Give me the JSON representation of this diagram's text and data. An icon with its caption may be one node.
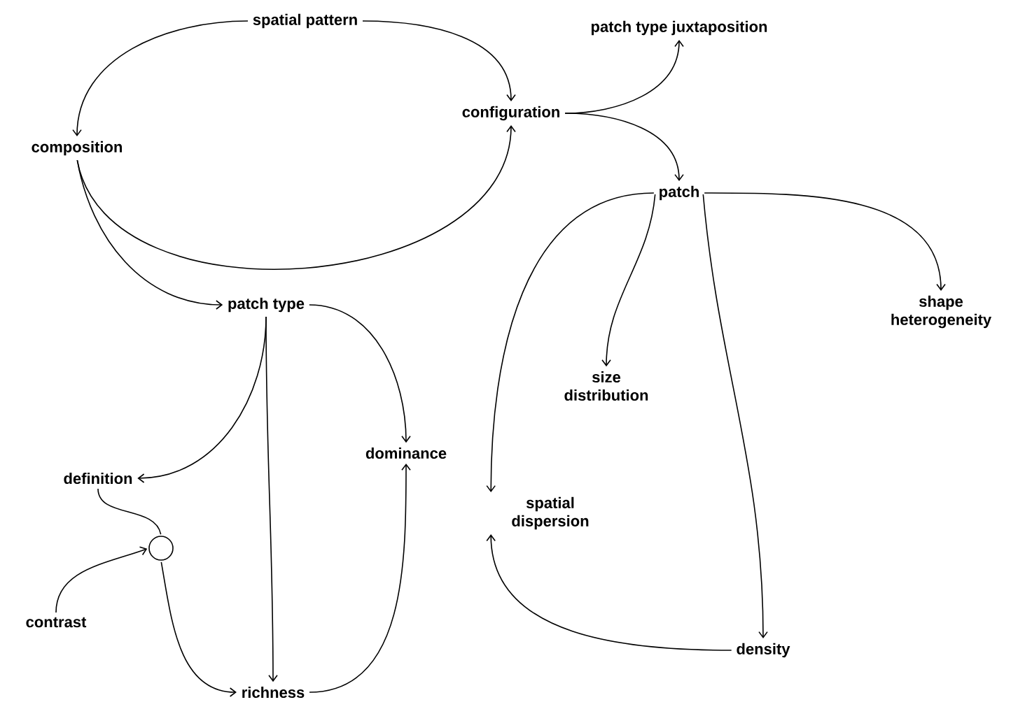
{
  "diagram": {
    "nodes": [
      {
        "text": [
          "spatial pattern"
        ]
      },
      {
        "text": [
          "composition"
        ]
      },
      {
        "text": [
          "configuration"
        ]
      },
      {
        "text": [
          "patch type juxtaposition"
        ]
      },
      {
        "text": [
          "patch"
        ]
      },
      {
        "text": [
          "patch type"
        ]
      },
      {
        "text": [
          "shape heterogeneity"
        ]
      },
      {
        "text": [
          "size distribution"
        ]
      },
      {
        "text": [
          "definition"
        ]
      },
      {
        "text": [
          "dominance"
        ]
      },
      {
        "text": [
          "spatial dispersion"
        ]
      },
      {
        "text": [],
        "shape": "circle"
      },
      {
        "text": [
          "contrast"
        ]
      },
      {
        "text": [
          "richness"
        ]
      },
      {
        "text": [
          "density"
        ]
      }
    ],
    "edges": [
      {
        "from": 0,
        "to": 1,
        "arrow": "to"
      },
      {
        "from": 0,
        "to": 2,
        "arrow": "to"
      },
      {
        "from": 1,
        "to": 2,
        "arrow": "to"
      },
      {
        "from": 1,
        "to": 5,
        "arrow": "to"
      },
      {
        "from": 2,
        "to": 3,
        "arrow": "to"
      },
      {
        "from": 2,
        "to": 4,
        "arrow": "to"
      },
      {
        "from": 4,
        "to": 10,
        "arrow": "to"
      },
      {
        "from": 4,
        "to": 7,
        "arrow": "to"
      },
      {
        "from": 4,
        "to": 14,
        "arrow": "to"
      },
      {
        "from": 4,
        "to": 6,
        "arrow": "to"
      },
      {
        "from": 5,
        "to": 8,
        "arrow": "to"
      },
      {
        "from": 5,
        "to": 13,
        "arrow": "to"
      },
      {
        "from": 5,
        "to": 9,
        "arrow": "to"
      },
      {
        "from": 13,
        "to": 9,
        "arrow": "to"
      },
      {
        "from": 14,
        "to": 10,
        "arrow": "to"
      },
      {
        "from": 8,
        "to": 11,
        "arrow": "none"
      },
      {
        "from": 12,
        "to": 11,
        "arrow": "to"
      },
      {
        "from": 11,
        "to": 13,
        "arrow": "to"
      }
    ]
  }
}
